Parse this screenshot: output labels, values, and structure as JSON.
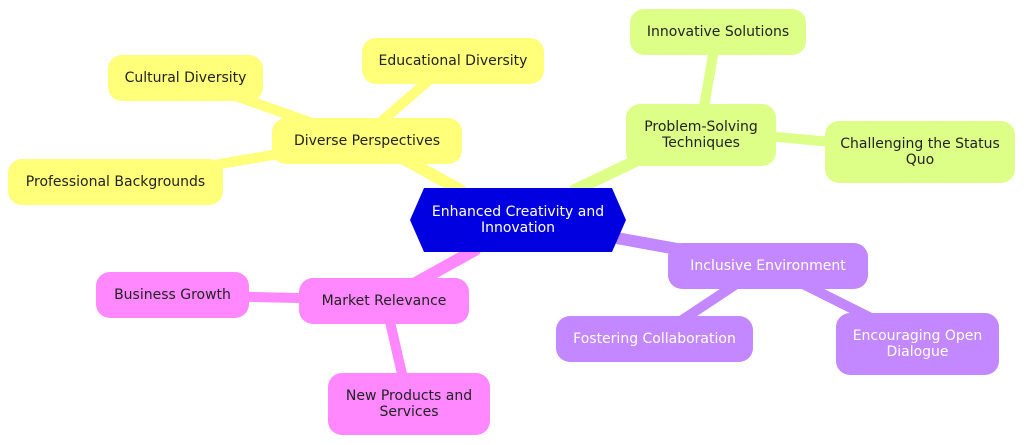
{
  "colors": {
    "root": "#0000e0",
    "yellow": "#ffff7a",
    "green": "#ddff88",
    "purple": "#c387ff",
    "pink": "#ff87ff"
  },
  "root": {
    "label": "Enhanced Creativity and Innovation"
  },
  "branches": [
    {
      "label": "Diverse Perspectives",
      "children": [
        "Cultural Diversity",
        "Educational Diversity",
        "Professional Backgrounds"
      ]
    },
    {
      "label": "Problem-Solving Techniques",
      "children": [
        "Innovative Solutions",
        "Challenging the Status Quo"
      ]
    },
    {
      "label": "Inclusive Environment",
      "children": [
        "Fostering Collaboration",
        "Encouraging Open Dialogue"
      ]
    },
    {
      "label": "Market Relevance",
      "children": [
        "Business Growth",
        "New Products and Services"
      ]
    }
  ]
}
